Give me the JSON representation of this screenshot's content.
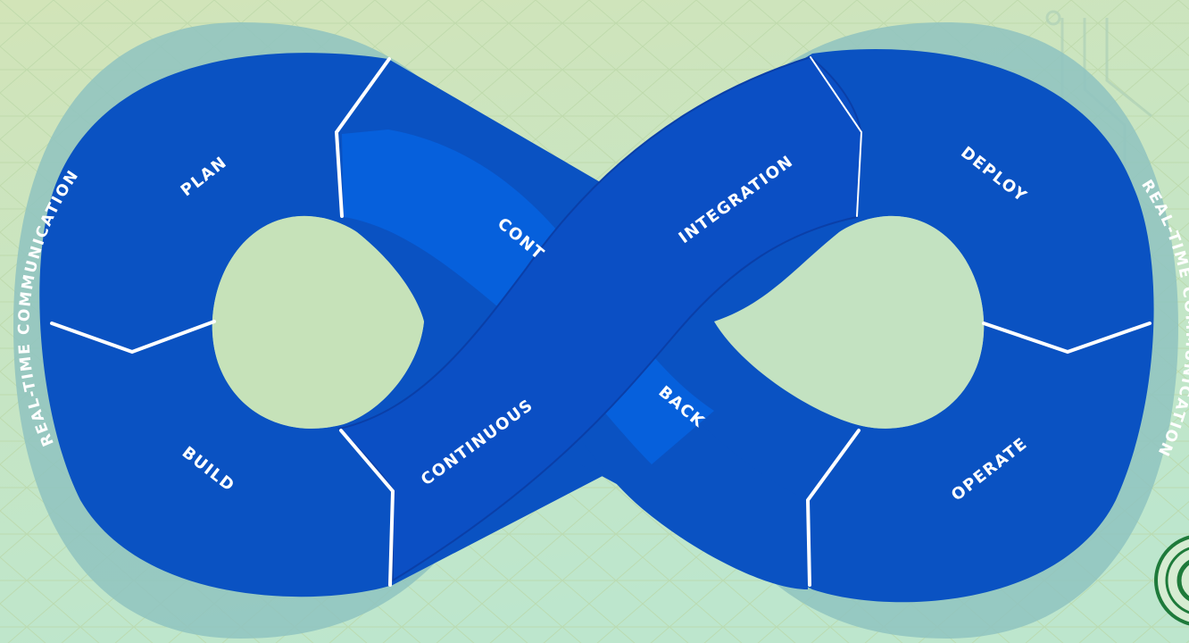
{
  "colors": {
    "background_top": "#cde2b6",
    "background_bottom": "#c3e4c8",
    "halo": "#8fc3bf",
    "loop_blue": "#0a52c2",
    "band_blue": "#0b4fc4",
    "band_edge": "#0a3fa8",
    "divider": "#ffffff",
    "label": "#ffffff"
  },
  "ring_labels": {
    "left": "REAL-TIME COMMUNICATION",
    "right": "REAL-TIME COMMUNICATION"
  },
  "segments": {
    "plan": "PLAN",
    "build": "BUILD",
    "continuous_feedback_partial_top": "CONT",
    "continuous_feedback_partial_bottom": "BACK",
    "deploy": "DEPLOY",
    "operate": "OPERATE"
  },
  "band": {
    "word1": "CONTINUOUS",
    "word2": "INTEGRATION"
  }
}
